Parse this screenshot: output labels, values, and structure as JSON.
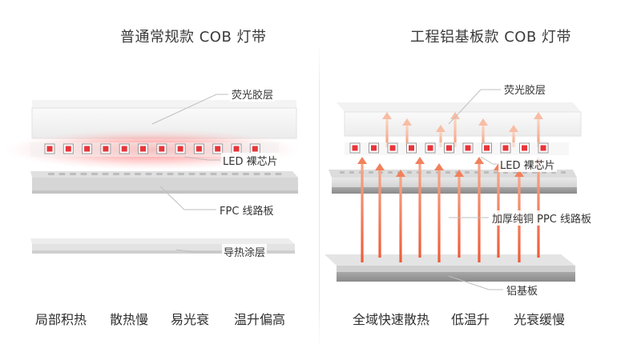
{
  "left_panel": {
    "title": "普通常规款 COB 灯带",
    "labels": {
      "phosphor": "荧光胶层",
      "led": "LED 裸芯片",
      "fpc": "FPC 线路板",
      "thermal": "导热涂层"
    },
    "footer": [
      "局部积热",
      "散热慢",
      "易光衰",
      "温升偏高"
    ]
  },
  "right_panel": {
    "title": "工程铝基板款 COB 灯带",
    "labels": {
      "phosphor": "荧光胶层",
      "led": "LED 裸芯片",
      "fpc": "加厚纯铜 PPC 线路板",
      "aluminum": "铝基板"
    },
    "footer": [
      "全域快速散热",
      "低温升",
      "光衰缓慢"
    ]
  },
  "colors": {
    "led_red": "#e8343a",
    "heat_glow": "#ff6b6b",
    "arrow_orange": "#f0623a",
    "layer_gray": "#d9d9d9"
  }
}
